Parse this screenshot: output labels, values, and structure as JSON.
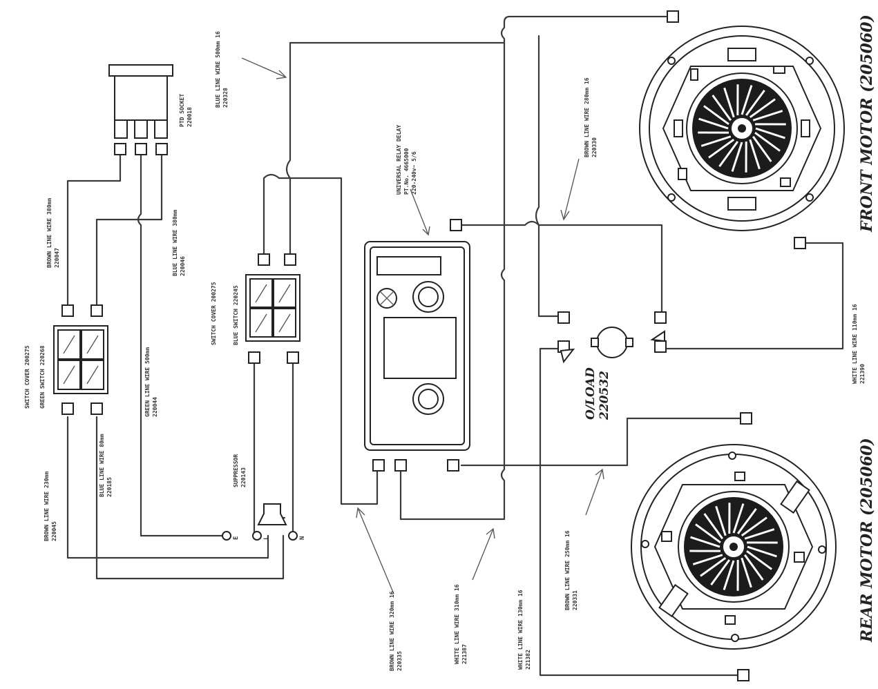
{
  "labels": {
    "front_motor": "FRONT MOTOR (205060)",
    "rear_motor": "REAR MOTOR (205060)",
    "oload_a": "O/LOAD",
    "oload_b": "220532",
    "relay": "UNIVERSAL RELAY DELAY",
    "relay_pt": "PT.No. 4665000",
    "relay_v": "220-240v~ 5/6",
    "ptd_socket": "PTD SOCKET",
    "ptd_socket_pn": "220018",
    "switch_cover_left": "SWITCH COVER 200275",
    "green_switch": "GREEN SWITCH 220268",
    "switch_cover_mid": "SWITCH COVER 200275",
    "blue_switch": "BLUE SWITCH 220245",
    "suppressor": "SUPPRESSOR",
    "suppressor_pn": "220143",
    "terminal_e": "E",
    "terminal_l": "L",
    "terminal_n": "N",
    "wire_blue_top": "BLUE LINE WIRE 500mm 16",
    "wire_blue_top_pn": "220328",
    "wire_brown_ptd": "BROWN LINE WIRE 380mm",
    "wire_brown_ptd_pn": "220047",
    "wire_blue_ptd": "BLUE LINE WIRE 380mm",
    "wire_blue_ptd_pn": "220046",
    "wire_green": "GREEN LINE WIRE 500mm",
    "wire_green_pn": "220044",
    "wire_brown_sw": "BROWN LINE WIRE 230mm",
    "wire_brown_sw_pn": "220045",
    "wire_blue_sw": "BLUE LINE WIRE 80mm",
    "wire_blue_sw_pn": "220185",
    "wire_brown_front": "BROWN LINE WIRE 280mm 16",
    "wire_brown_front_pn": "220330",
    "wire_white_front": "WHITE LINE WIRE 110mm 16",
    "wire_white_front_pn": "221390",
    "wire_brown_relay": "BROWN LINE WIRE 320mm 16",
    "wire_brown_relay_pn": "220335",
    "wire_white_relay": "WHITE LINE WIRE 310mm 16",
    "wire_white_relay_pn": "221387",
    "wire_white_rear": "WHITE LINE WIRE 130mm 16",
    "wire_white_rear_pn": "221382",
    "wire_brown_rear": "BROWN LINE WIRE 250mm 16",
    "wire_brown_rear_pn": "220331"
  }
}
